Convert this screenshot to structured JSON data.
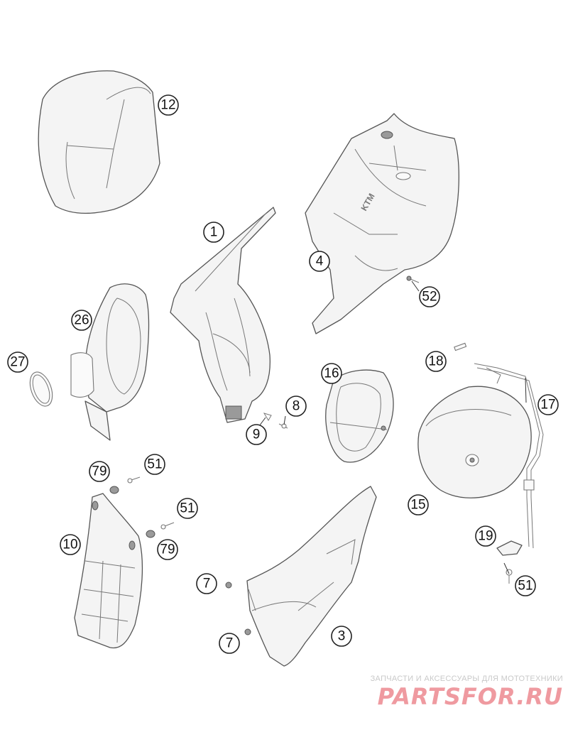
{
  "callouts": [
    {
      "id": "c1",
      "label": "1"
    },
    {
      "id": "c3",
      "label": "3"
    },
    {
      "id": "c4",
      "label": "4"
    },
    {
      "id": "c7a",
      "label": "7"
    },
    {
      "id": "c7b",
      "label": "7"
    },
    {
      "id": "c8",
      "label": "8"
    },
    {
      "id": "c9",
      "label": "9"
    },
    {
      "id": "c10",
      "label": "10"
    },
    {
      "id": "c12",
      "label": "12"
    },
    {
      "id": "c15",
      "label": "15"
    },
    {
      "id": "c16",
      "label": "16"
    },
    {
      "id": "c17",
      "label": "17"
    },
    {
      "id": "c18",
      "label": "18"
    },
    {
      "id": "c19",
      "label": "19"
    },
    {
      "id": "c26",
      "label": "26"
    },
    {
      "id": "c27",
      "label": "27"
    },
    {
      "id": "c51a",
      "label": "51"
    },
    {
      "id": "c51b",
      "label": "51"
    },
    {
      "id": "c51c",
      "label": "51"
    },
    {
      "id": "c52",
      "label": "52"
    },
    {
      "id": "c79a",
      "label": "79"
    },
    {
      "id": "c79b",
      "label": "79"
    }
  ],
  "watermark": {
    "tagline": "ЗАПЧАСТИ И АКСЕССУАРЫ ДЛЯ МОТОТЕХНИКИ",
    "logo": "PARTSFOR.RU",
    "color": "#ef9aa0"
  }
}
